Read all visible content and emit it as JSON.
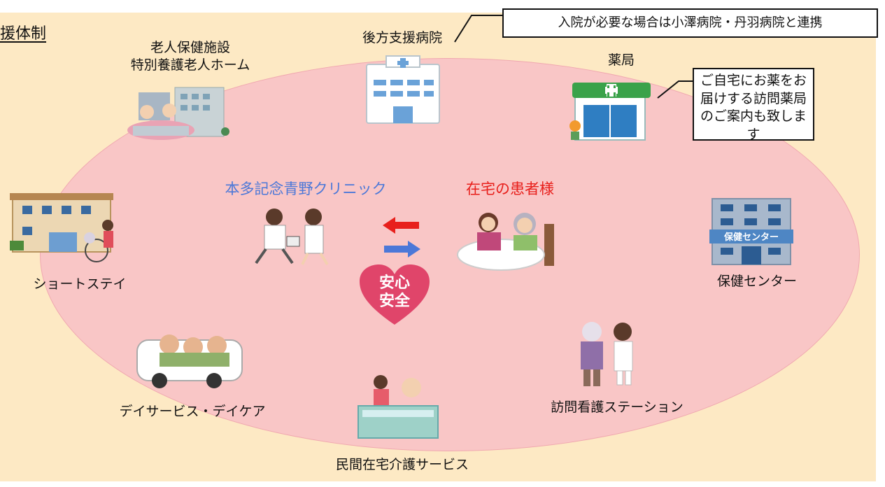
{
  "title": "援体制",
  "callouts": {
    "hospital_note": "入院が必要な場合は小澤病院・丹羽病院と連携",
    "pharmacy_note": "ご自宅にお薬をお届けする訪問薬局のご案内も致します"
  },
  "nodes": {
    "nursing_home_line1": "老人保健施設",
    "nursing_home_line2": "特別養護老人ホーム",
    "backup_hospital": "後方支援病院",
    "pharmacy": "薬局",
    "short_stay": "ショートステイ",
    "health_center": "保健センター",
    "day_service": "デイサービス・デイケア",
    "home_care_service": "民間在宅介護サービス",
    "visiting_nursing": "訪問看護ステーション"
  },
  "center": {
    "clinic": "本多記念青野クリニック",
    "patient": "在宅の患者様",
    "heart_line1": "安心",
    "heart_line2": "安全"
  },
  "signs": {
    "health_center_sign": "保健センター"
  },
  "colors": {
    "panel": "#fde9c4",
    "ellipse": "#f9c6c6",
    "clinic_text": "#4c78d8",
    "patient_text": "#e8201c",
    "arrow_red": "#e8201c",
    "arrow_blue": "#4c78d8",
    "heart": "#e0456a"
  }
}
